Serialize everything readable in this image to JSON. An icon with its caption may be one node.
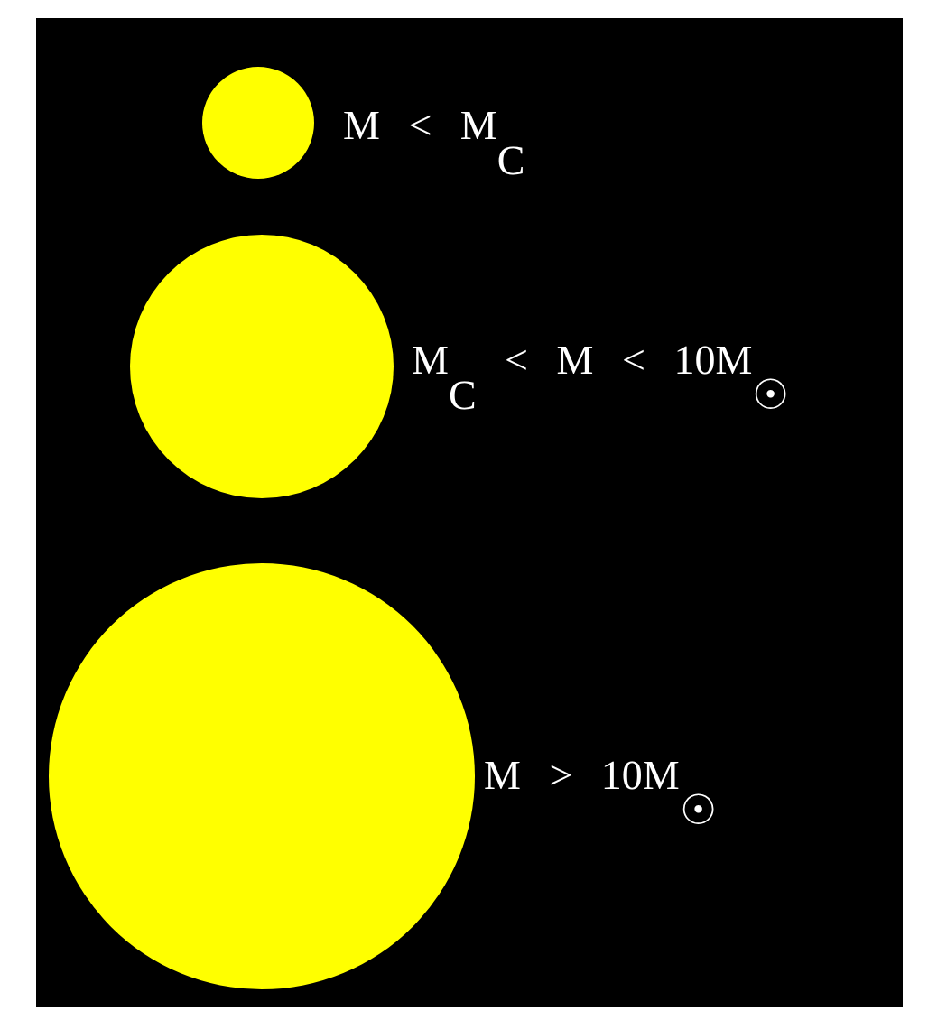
{
  "diagram": {
    "nodes": [
      {
        "text": [],
        "shape": "circle",
        "beside": [
          "M < M$_{C}$"
        ]
      },
      {
        "text": [],
        "shape": "circle",
        "beside": [
          "M$_{C}$ < M < 10M$_{☉}$"
        ]
      },
      {
        "text": [],
        "shape": "circle",
        "beside": [
          "M > 10M$_{☉}$"
        ]
      }
    ]
  }
}
